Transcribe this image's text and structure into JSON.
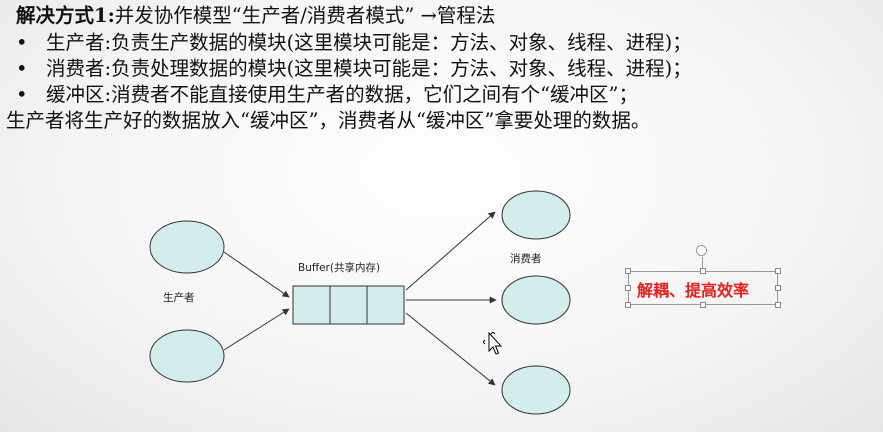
{
  "heading": {
    "label": "解决方式1",
    "colon": ":",
    "rest": "并发协作模型“生产者/消费者模式” →管程法"
  },
  "bullets": [
    {
      "marker": "•",
      "text": "生产者:负责生产数据的模块(这里模块可能是：方法、对象、线程、进程)；"
    },
    {
      "marker": "•",
      "text": "消费者:负责处理数据的模块(这里模块可能是：方法、对象、线程、进程)；"
    },
    {
      "marker": "•",
      "text": "缓冲区:消费者不能直接使用生产者的数据，它们之间有个“缓冲区”；"
    }
  ],
  "footer_line": "生产者将生产好的数据放入“缓冲区”，消费者从“缓冲区”拿要处理的数据。",
  "diagram": {
    "producer_label": "生产者",
    "buffer_label": "Buffer(共享内存)",
    "consumer_label": "消费者",
    "buffer_cells": 3,
    "producer_count": 2,
    "consumer_count": 3,
    "node_fill": "#d3ecec",
    "node_stroke": "#333333"
  },
  "annotation": {
    "text": "解耦、提高效率",
    "color": "#e32322"
  }
}
